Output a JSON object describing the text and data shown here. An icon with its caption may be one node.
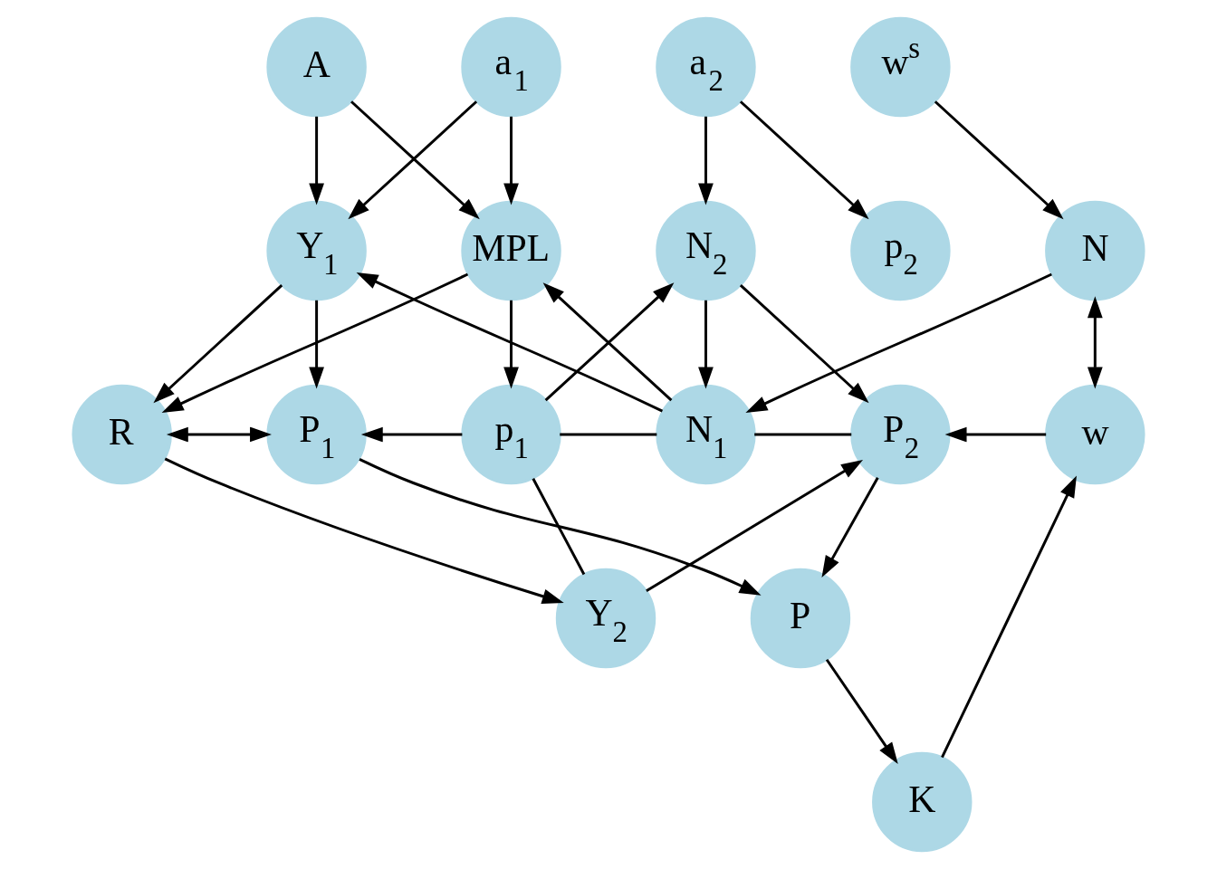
{
  "diagram": {
    "nodes": [
      {
        "text": [
          "A"
        ]
      },
      {
        "text": [
          "a$_{1}$"
        ]
      },
      {
        "text": [
          "a$_{2}$"
        ]
      },
      {
        "text": [
          "w$^{s}$"
        ]
      },
      {
        "text": [
          "Y$_{1}$"
        ]
      },
      {
        "text": [
          "MPL"
        ]
      },
      {
        "text": [
          "N$_{2}$"
        ]
      },
      {
        "text": [
          "p$_{2}$"
        ]
      },
      {
        "text": [
          "N"
        ]
      },
      {
        "text": [
          "R"
        ]
      },
      {
        "text": [
          "P$_{1}$"
        ]
      },
      {
        "text": [
          "p$_{1}$"
        ]
      },
      {
        "text": [
          "N$_{1}$"
        ]
      },
      {
        "text": [
          "P$_{2}$"
        ]
      },
      {
        "text": [
          "w"
        ]
      },
      {
        "text": [
          "Y$_{2}$"
        ]
      },
      {
        "text": [
          "P"
        ]
      },
      {
        "text": [
          "K"
        ]
      }
    ],
    "edges": [
      {
        "from": 0,
        "to": 4,
        "arrow": "to"
      },
      {
        "from": 0,
        "to": 5,
        "arrow": "to"
      },
      {
        "from": 1,
        "to": 4,
        "arrow": "to"
      },
      {
        "from": 1,
        "to": 5,
        "arrow": "to"
      },
      {
        "from": 2,
        "to": 6,
        "arrow": "to"
      },
      {
        "from": 2,
        "to": 7,
        "arrow": "to"
      },
      {
        "from": 3,
        "to": 8,
        "arrow": "to"
      },
      {
        "from": 4,
        "to": 9,
        "arrow": "to"
      },
      {
        "from": 4,
        "to": 10,
        "arrow": "to"
      },
      {
        "from": 5,
        "to": 9,
        "arrow": "to"
      },
      {
        "from": 5,
        "to": 11,
        "arrow": "to"
      },
      {
        "from": 12,
        "to": 4,
        "arrow": "to"
      },
      {
        "from": 12,
        "to": 5,
        "arrow": "to"
      },
      {
        "from": 11,
        "to": 6,
        "arrow": "to"
      },
      {
        "from": 6,
        "to": 12,
        "arrow": "to"
      },
      {
        "from": 6,
        "to": 13,
        "arrow": "to"
      },
      {
        "from": 8,
        "to": 12,
        "arrow": "to"
      },
      {
        "from": 8,
        "to": 14,
        "arrow": "both"
      },
      {
        "from": 9,
        "to": 10,
        "arrow": "both"
      },
      {
        "from": 11,
        "to": 10,
        "arrow": "to"
      },
      {
        "from": 11,
        "to": 12,
        "arrow": "none"
      },
      {
        "from": 12,
        "to": 13,
        "arrow": "none"
      },
      {
        "from": 14,
        "to": 13,
        "arrow": "to"
      },
      {
        "from": 9,
        "to": 15,
        "arrow": "to"
      },
      {
        "from": 10,
        "to": 16,
        "arrow": "to"
      },
      {
        "from": 15,
        "to": 11,
        "arrow": "none"
      },
      {
        "from": 15,
        "to": 13,
        "arrow": "to"
      },
      {
        "from": 13,
        "to": 16,
        "arrow": "to"
      },
      {
        "from": 16,
        "to": 17,
        "arrow": "to"
      },
      {
        "from": 17,
        "to": 14,
        "arrow": "to"
      }
    ]
  }
}
